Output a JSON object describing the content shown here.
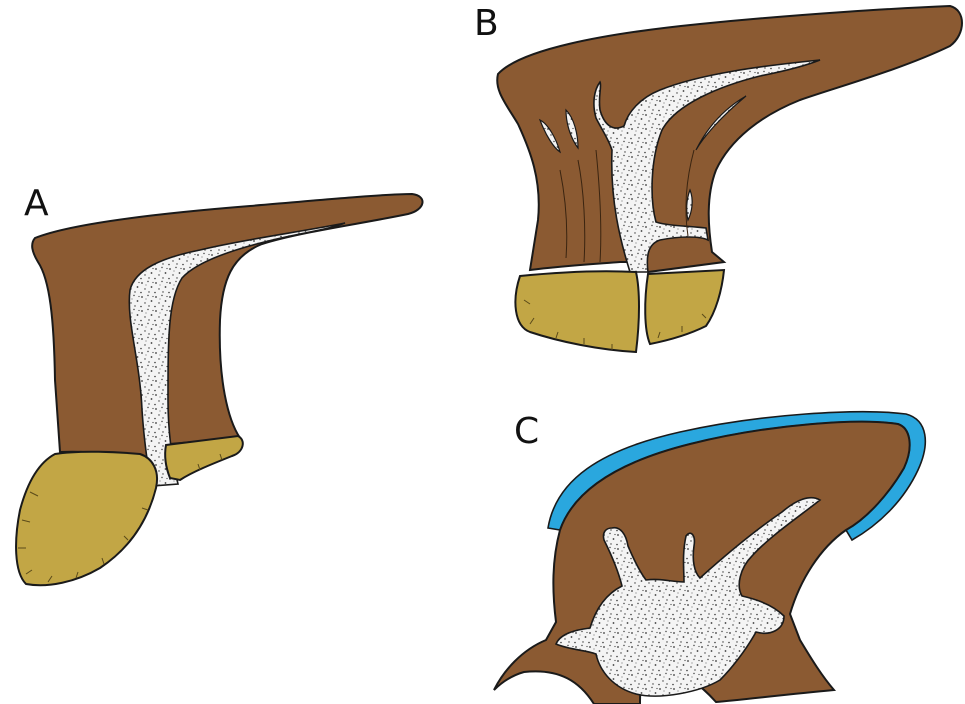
{
  "panels": [
    {
      "label": "A"
    },
    {
      "label": "B"
    },
    {
      "label": "C"
    }
  ],
  "colors": {
    "tissue": "#8b5a32",
    "cap": "#c2a645",
    "stipple_bg": "#f4f4f4",
    "stipple_dot": "#3a3a3a",
    "surface_layer": "#2aa7de",
    "outline": "#1a1a1a"
  }
}
